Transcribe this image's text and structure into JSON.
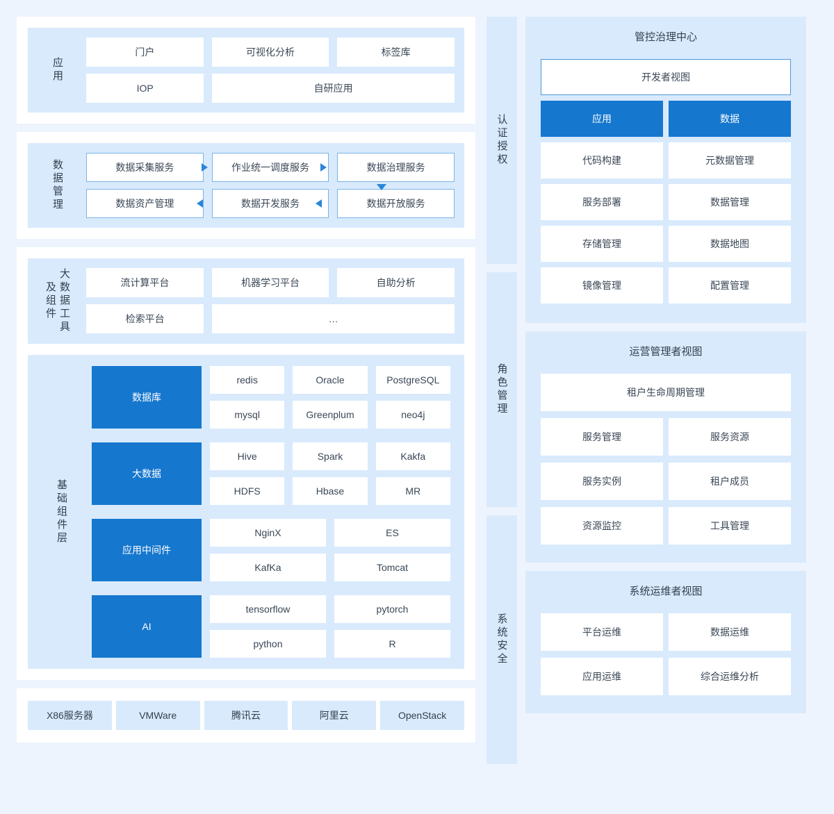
{
  "colors": {
    "page_bg": "#eef4fd",
    "card_bg": "#ffffff",
    "panel_bg": "#d9eafc",
    "accent": "#1677ce",
    "outline": "#7bb3e8",
    "arrow": "#2a86d8",
    "text": "#33404f"
  },
  "left": {
    "application": {
      "label": "应用",
      "rows": [
        [
          {
            "text": "门户"
          },
          {
            "text": "可视化分析"
          },
          {
            "text": "标签库"
          }
        ],
        [
          {
            "text": "IOP"
          },
          {
            "text": "自研应用",
            "wide": 2
          }
        ]
      ]
    },
    "data_management": {
      "label": "数据管理",
      "row1": [
        "数据采集服务",
        "作业统一调度服务",
        "数据治理服务"
      ],
      "row2": [
        "数据资产管理",
        "数据开发服务",
        "数据开放服务"
      ],
      "arrows": [
        "right",
        "right",
        "down",
        "left",
        "left"
      ]
    },
    "bigdata_tools": {
      "label_col1": "大数据工具",
      "label_col2": "及组件",
      "rows": [
        [
          {
            "text": "流计算平台"
          },
          {
            "text": "机器学习平台"
          },
          {
            "text": "自助分析"
          }
        ],
        [
          {
            "text": "检索平台"
          },
          {
            "text": "…",
            "wide": 2
          }
        ]
      ]
    },
    "base_layer": {
      "label": "基础组件层",
      "groups": [
        {
          "category": "数据库",
          "rows": [
            [
              "redis",
              "Oracle",
              "PostgreSQL"
            ],
            [
              "mysql",
              "Greenplum",
              "neo4j"
            ]
          ]
        },
        {
          "category": "大数据",
          "rows": [
            [
              "Hive",
              "Spark",
              "Kakfa"
            ],
            [
              "HDFS",
              "Hbase",
              "MR"
            ]
          ]
        },
        {
          "category": "应用中间件",
          "rows": [
            [
              "NginX",
              "ES"
            ],
            [
              "KafKa",
              "Tomcat"
            ]
          ]
        },
        {
          "category": "AI",
          "rows": [
            [
              "tensorflow",
              "pytorch"
            ],
            [
              "python",
              "R"
            ]
          ]
        }
      ]
    },
    "infrastructure": {
      "items": [
        "X86服务器",
        "VMWare",
        "腾讯云",
        "阿里云",
        "OpenStack"
      ]
    }
  },
  "right": {
    "side_bars": [
      {
        "label": "认证授权"
      },
      {
        "label": "角色管理"
      },
      {
        "label": "系统安全"
      }
    ],
    "panels": [
      {
        "title": "管控治理中心",
        "rows": [
          [
            {
              "text": "开发者视图",
              "style": "outlined",
              "full": true
            }
          ],
          [
            {
              "text": "应用",
              "style": "accent"
            },
            {
              "text": "数据",
              "style": "accent"
            }
          ],
          [
            {
              "text": "代码构建",
              "style": "plain"
            },
            {
              "text": "元数据管理",
              "style": "plain"
            }
          ],
          [
            {
              "text": "服务部署",
              "style": "plain"
            },
            {
              "text": "数据管理",
              "style": "plain"
            }
          ],
          [
            {
              "text": "存储管理",
              "style": "plain"
            },
            {
              "text": "数据地图",
              "style": "plain"
            }
          ],
          [
            {
              "text": "镜像管理",
              "style": "plain"
            },
            {
              "text": "配置管理",
              "style": "plain"
            }
          ]
        ]
      },
      {
        "title": "运营管理者视图",
        "rows": [
          [
            {
              "text": "租户生命周期管理",
              "style": "plain",
              "full": true
            }
          ],
          [
            {
              "text": "服务管理",
              "style": "plain"
            },
            {
              "text": "服务资源",
              "style": "plain"
            }
          ],
          [
            {
              "text": "服务实例",
              "style": "plain"
            },
            {
              "text": "租户成员",
              "style": "plain"
            }
          ],
          [
            {
              "text": "资源监控",
              "style": "plain"
            },
            {
              "text": "工具管理",
              "style": "plain"
            }
          ]
        ]
      },
      {
        "title": "系统运维者视图",
        "rows": [
          [
            {
              "text": "平台运维",
              "style": "plain"
            },
            {
              "text": "数据运维",
              "style": "plain"
            }
          ],
          [
            {
              "text": "应用运维",
              "style": "plain"
            },
            {
              "text": "综合运维分析",
              "style": "plain"
            }
          ]
        ]
      }
    ]
  }
}
